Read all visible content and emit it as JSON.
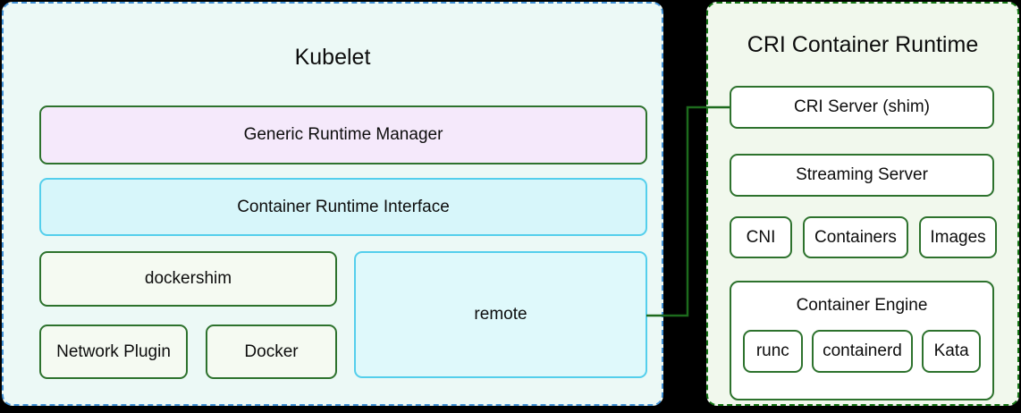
{
  "kubelet": {
    "title": "Kubelet",
    "generic_runtime_manager": "Generic Runtime Manager",
    "container_runtime_interface": "Container Runtime Interface",
    "dockershim": "dockershim",
    "network_plugin": "Network Plugin",
    "docker": "Docker",
    "remote": "remote"
  },
  "cri_runtime": {
    "title": "CRI Container Runtime",
    "cri_server": "CRI Server (shim)",
    "streaming_server": "Streaming Server",
    "cni": "CNI",
    "containers": "Containers",
    "images": "Images",
    "container_engine": {
      "title": "Container Engine",
      "runc": "runc",
      "containerd": "containerd",
      "kata": "Kata"
    }
  },
  "colors": {
    "background": "#000000",
    "kubelet_fill": "#ecf9f6",
    "kubelet_border": "#4090d5",
    "cri_runtime_fill": "#f1f8ed",
    "cri_runtime_border": "#157515",
    "green_node_border": "#2d722d",
    "cyan_node_border": "#54cfec",
    "lavender_fill": "#f5e9fb",
    "cyan_fill": "#d7f6fa",
    "mint_fill": "#f5faf2",
    "connector": "#1d6b1d"
  }
}
